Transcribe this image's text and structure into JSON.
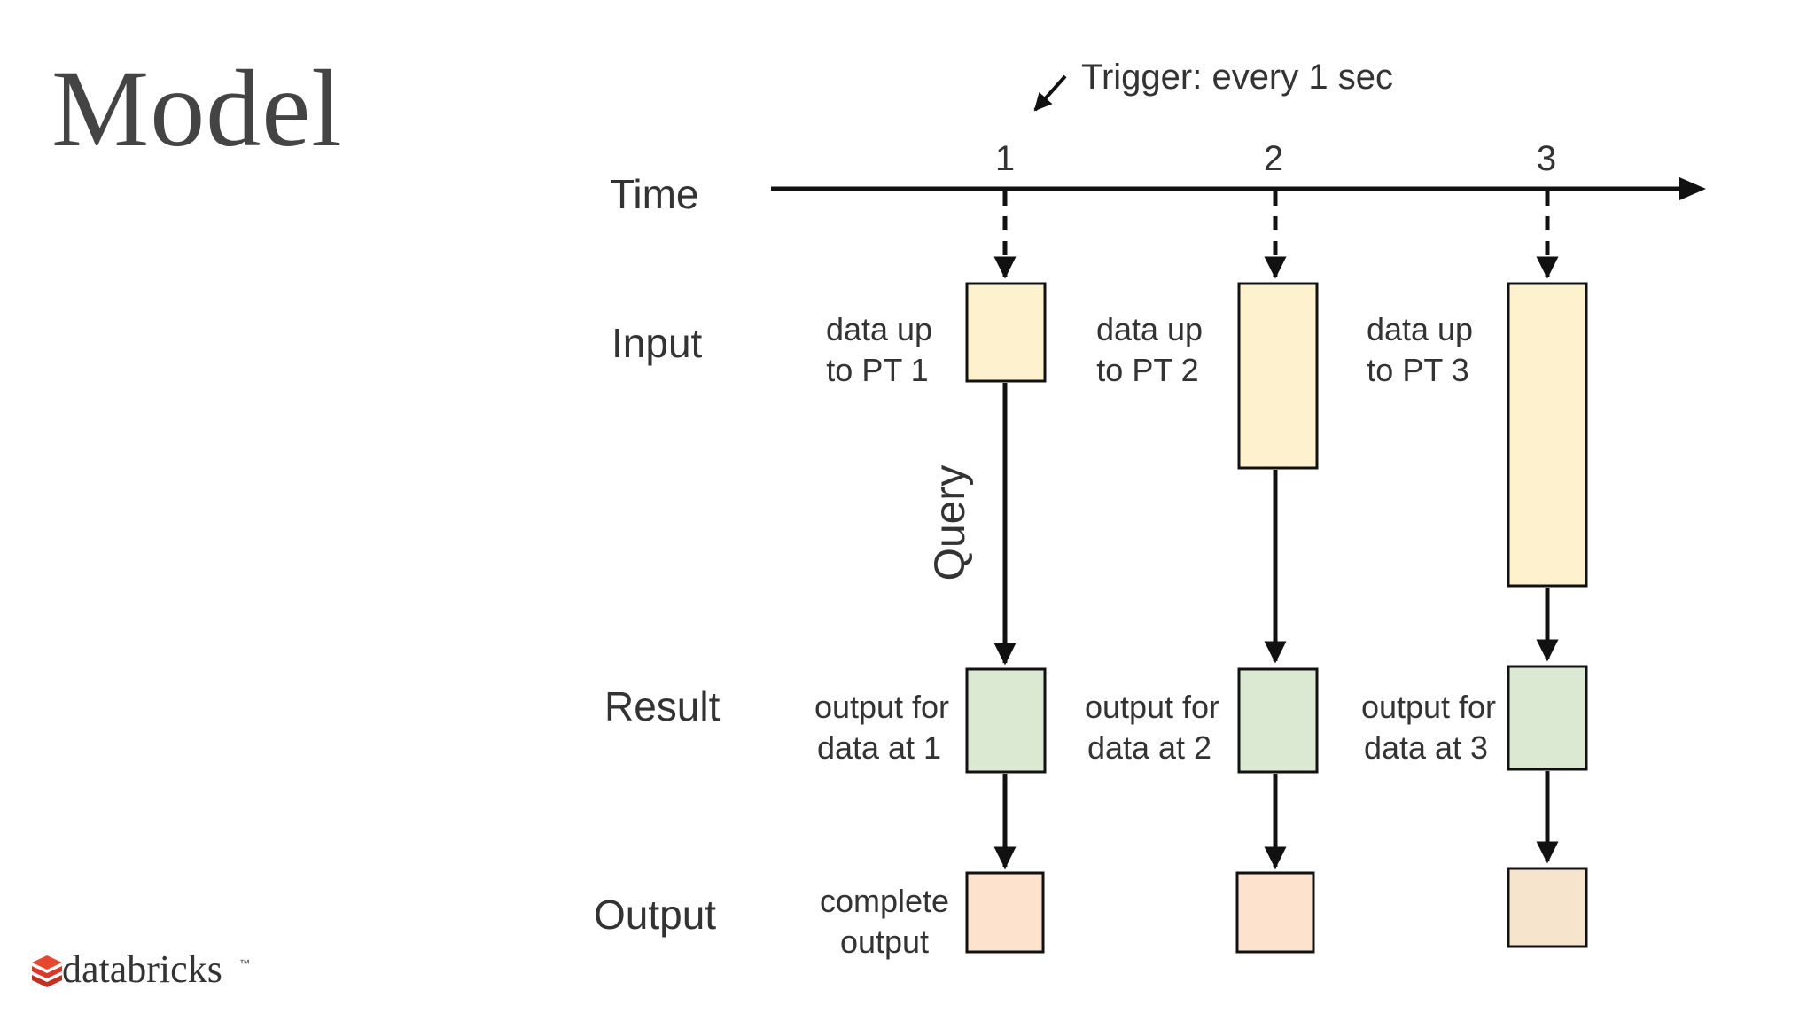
{
  "slide": {
    "title": "Model",
    "brand": "databricks",
    "brand_mark": "™",
    "colors": {
      "input_fill": "#fdf2cd",
      "result_fill": "#dbe8d2",
      "output_fill": "#fde3ce",
      "output_fill_last": "#f7e4cd",
      "stroke": "#111111",
      "text": "#333333",
      "brand": "#d9392b"
    }
  },
  "diagram": {
    "trigger_label": "Trigger: every 1 sec",
    "rows": {
      "time": "Time",
      "input": "Input",
      "result": "Result",
      "output": "Output"
    },
    "query_label": "Query",
    "ticks": [
      "1",
      "2",
      "3"
    ],
    "input_labels": [
      [
        "data up",
        "to PT 1"
      ],
      [
        "data up",
        "to PT 2"
      ],
      [
        "data up",
        "to PT 3"
      ]
    ],
    "result_labels": [
      [
        "output for",
        "data at 1"
      ],
      [
        "output for",
        "data at 2"
      ],
      [
        "output for",
        "data at 3"
      ]
    ],
    "output_labels": [
      [
        "complete",
        "output"
      ]
    ]
  }
}
